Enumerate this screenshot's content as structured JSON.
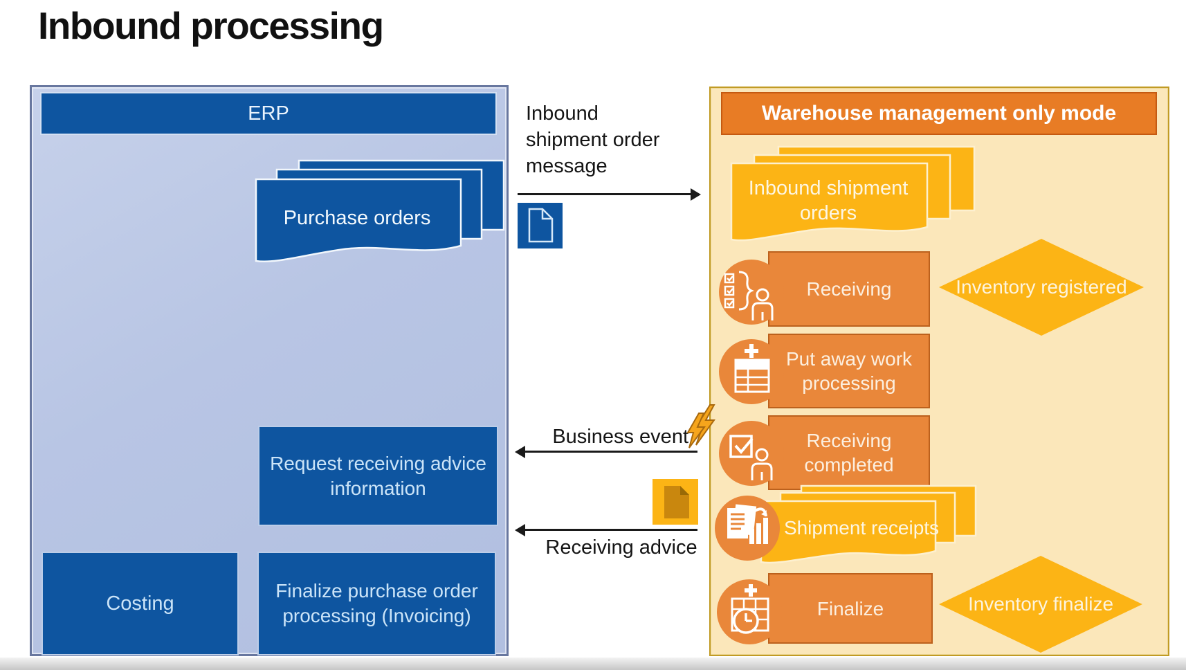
{
  "title": "Inbound processing",
  "left_panel": {
    "header": "ERP",
    "purchase_orders": "Purchase orders",
    "request_receiving": "Request receiving advice information",
    "costing": "Costing",
    "finalize_po": "Finalize purchase order processing (Invoicing)"
  },
  "right_panel": {
    "header": "Warehouse management only mode",
    "inbound_shipment_orders": "Inbound shipment orders",
    "receiving": "Receiving",
    "inventory_registered": "Inventory registered",
    "put_away": "Put away work processing",
    "receiving_completed": "Receiving completed",
    "shipment_receipts": "Shipment receipts",
    "finalize": "Finalize",
    "inventory_finalize": "Inventory finalize"
  },
  "connectors": {
    "inbound_message": "Inbound shipment order message",
    "business_event": "Business event",
    "receiving_advice": "Receiving advice"
  },
  "colors": {
    "blue": "#0e55a0",
    "blue_panel_bg": "#b8c5e4",
    "orange_header": "#e87c25",
    "orange_box": "#e9873a",
    "amber": "#fcb415",
    "cream_bg": "#fbe7ba"
  }
}
